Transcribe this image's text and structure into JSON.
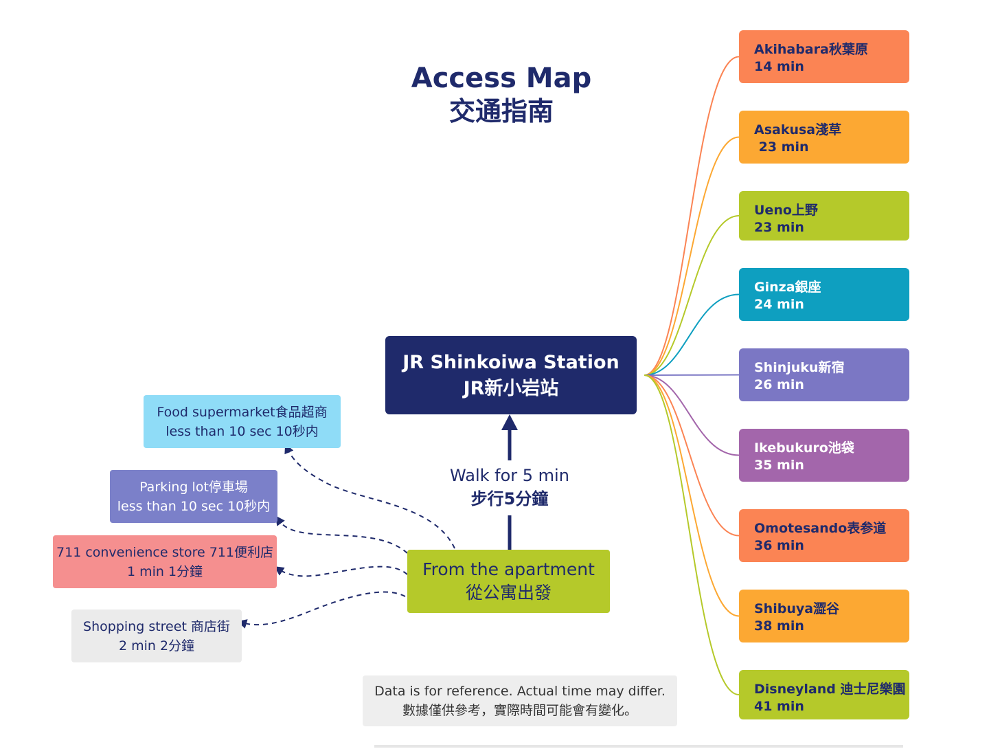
{
  "title": {
    "line1": "Access Map",
    "line2": "交通指南"
  },
  "station": {
    "line1": "JR Shinkoiwa Station",
    "line2": "JR新小岩站"
  },
  "walk": {
    "line1": "Walk for 5 min",
    "line2": "步行5分鐘"
  },
  "apartment": {
    "line1": "From the apartment",
    "line2": "從公寓出發"
  },
  "nearby": [
    {
      "line1": "Food supermarket食品超商",
      "line2": "less than 10 sec  10秒内",
      "bg": "#8fdcf7",
      "color": "#1f2a6b"
    },
    {
      "line1": "Parking lot停車場",
      "line2": "less than 10 sec 10秒内",
      "bg": "#7b80c9",
      "color": "#ffffff"
    },
    {
      "line1": "711 convenience store 711便利店",
      "line2": "1 min 1分鐘",
      "bg": "#f58f8f",
      "color": "#1f2a6b"
    },
    {
      "line1": "Shopping street 商店街",
      "line2": "2 min 2分鐘",
      "bg": "#ebebeb",
      "color": "#1f2a6b"
    }
  ],
  "destinations": [
    {
      "name": "Akihabara秋葉原",
      "time": "14 min",
      "bg": "#fb8454",
      "text": "#1f2a6b"
    },
    {
      "name": "Asakusa淺草",
      "time": " 23 min",
      "bg": "#fca833",
      "text": "#1f2a6b"
    },
    {
      "name": "Ueno上野",
      "time": "23 min",
      "bg": "#b5c92a",
      "text": "#1f2a6b"
    },
    {
      "name": "Ginza銀座",
      "time": "24 min",
      "bg": "#0e9fc0",
      "text": "#ffffff"
    },
    {
      "name": "Shinjuku新宿",
      "time": "26 min",
      "bg": "#7b77c4",
      "text": "#ffffff"
    },
    {
      "name": "Ikebukuro池袋",
      "time": "35 min",
      "bg": "#a366ab",
      "text": "#ffffff"
    },
    {
      "name": "Omotesando表参道",
      "time": "36 min",
      "bg": "#fb8454",
      "text": "#1f2a6b"
    },
    {
      "name": "Shibuya澀谷",
      "time": "38 min",
      "bg": "#fca833",
      "text": "#1f2a6b"
    },
    {
      "name": "Disneyland 迪士尼樂園",
      "time": "41 min",
      "bg": "#b5c92a",
      "text": "#1f2a6b"
    }
  ],
  "note": {
    "line1": "Data is for reference. Actual time may differ.",
    "line2": "數據僅供參考，實際時間可能會有變化。"
  },
  "colors": {
    "navy": "#1f2a6b"
  }
}
